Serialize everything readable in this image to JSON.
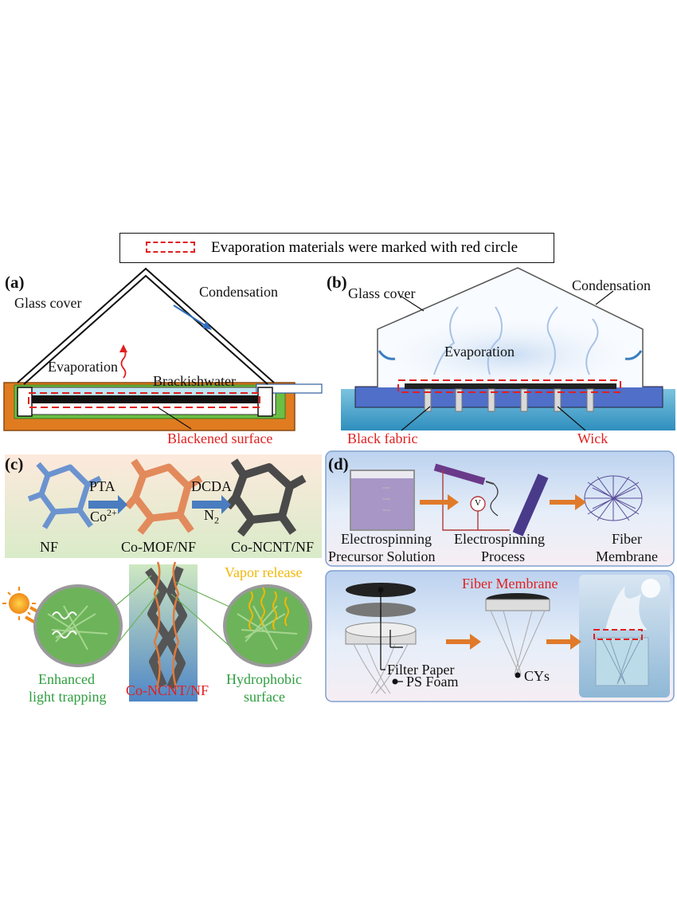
{
  "legend": {
    "text": "Evaporation materials were marked with red circle"
  },
  "panel_a": {
    "letter": "(a)",
    "glass_cover": "Glass cover",
    "condensation": "Condensation",
    "evaporation": "Evaporation",
    "water": "Brackishwater",
    "surface": "Blackened surface"
  },
  "panel_b": {
    "letter": "(b)",
    "glass_cover": "Glass cover",
    "condensation": "Condensation",
    "evaporation": "Evaporation",
    "fabric": "Black fabric",
    "wick": "Wick"
  },
  "panel_c": {
    "letter": "(c)",
    "nf": "NF",
    "mof": "Co-MOF/NF",
    "ncnt": "Co-NCNT/NF",
    "pta": "PTA",
    "co": "Co",
    "co_sup": "2+",
    "dcda": "DCDA",
    "n2": "N",
    "n2_sub": "2",
    "light_1": "Enhanced",
    "light_2": "light trapping",
    "center_label": "Co-NCNT/NF",
    "vapor": "Vapor release",
    "hydro_1": "Hydrophobic",
    "hydro_2": "surface"
  },
  "panel_d": {
    "letter": "(d)",
    "sol_1": "Electrospinning",
    "sol_2": "Precursor Solution",
    "proc_1": "Electrospinning",
    "proc_2": "Process",
    "mem_1": "Fiber",
    "mem_2": "Membrane",
    "voltage": "V",
    "fiber_membrane": "Fiber Membrane",
    "filter_paper": "Filter Paper",
    "ps_foam": "PS Foam",
    "cys": "CYs"
  }
}
